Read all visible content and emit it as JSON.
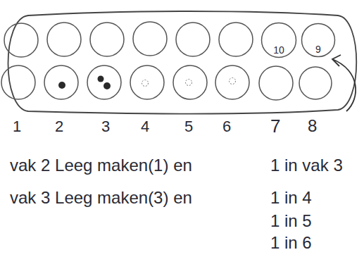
{
  "diagram": {
    "nodes": [
      {
        "text": [
          "10"
        ]
      },
      {
        "text": [
          "9"
        ]
      }
    ],
    "labels": [
      "1",
      "2",
      "3",
      "4",
      "5",
      "6",
      "7",
      "8",
      "vak 2 Leeg maken(1) en",
      "1 in vak 3",
      "vak 3 Leeg maken(3) en",
      "1 in 4",
      "1 in 5",
      "1 in 6"
    ]
  }
}
